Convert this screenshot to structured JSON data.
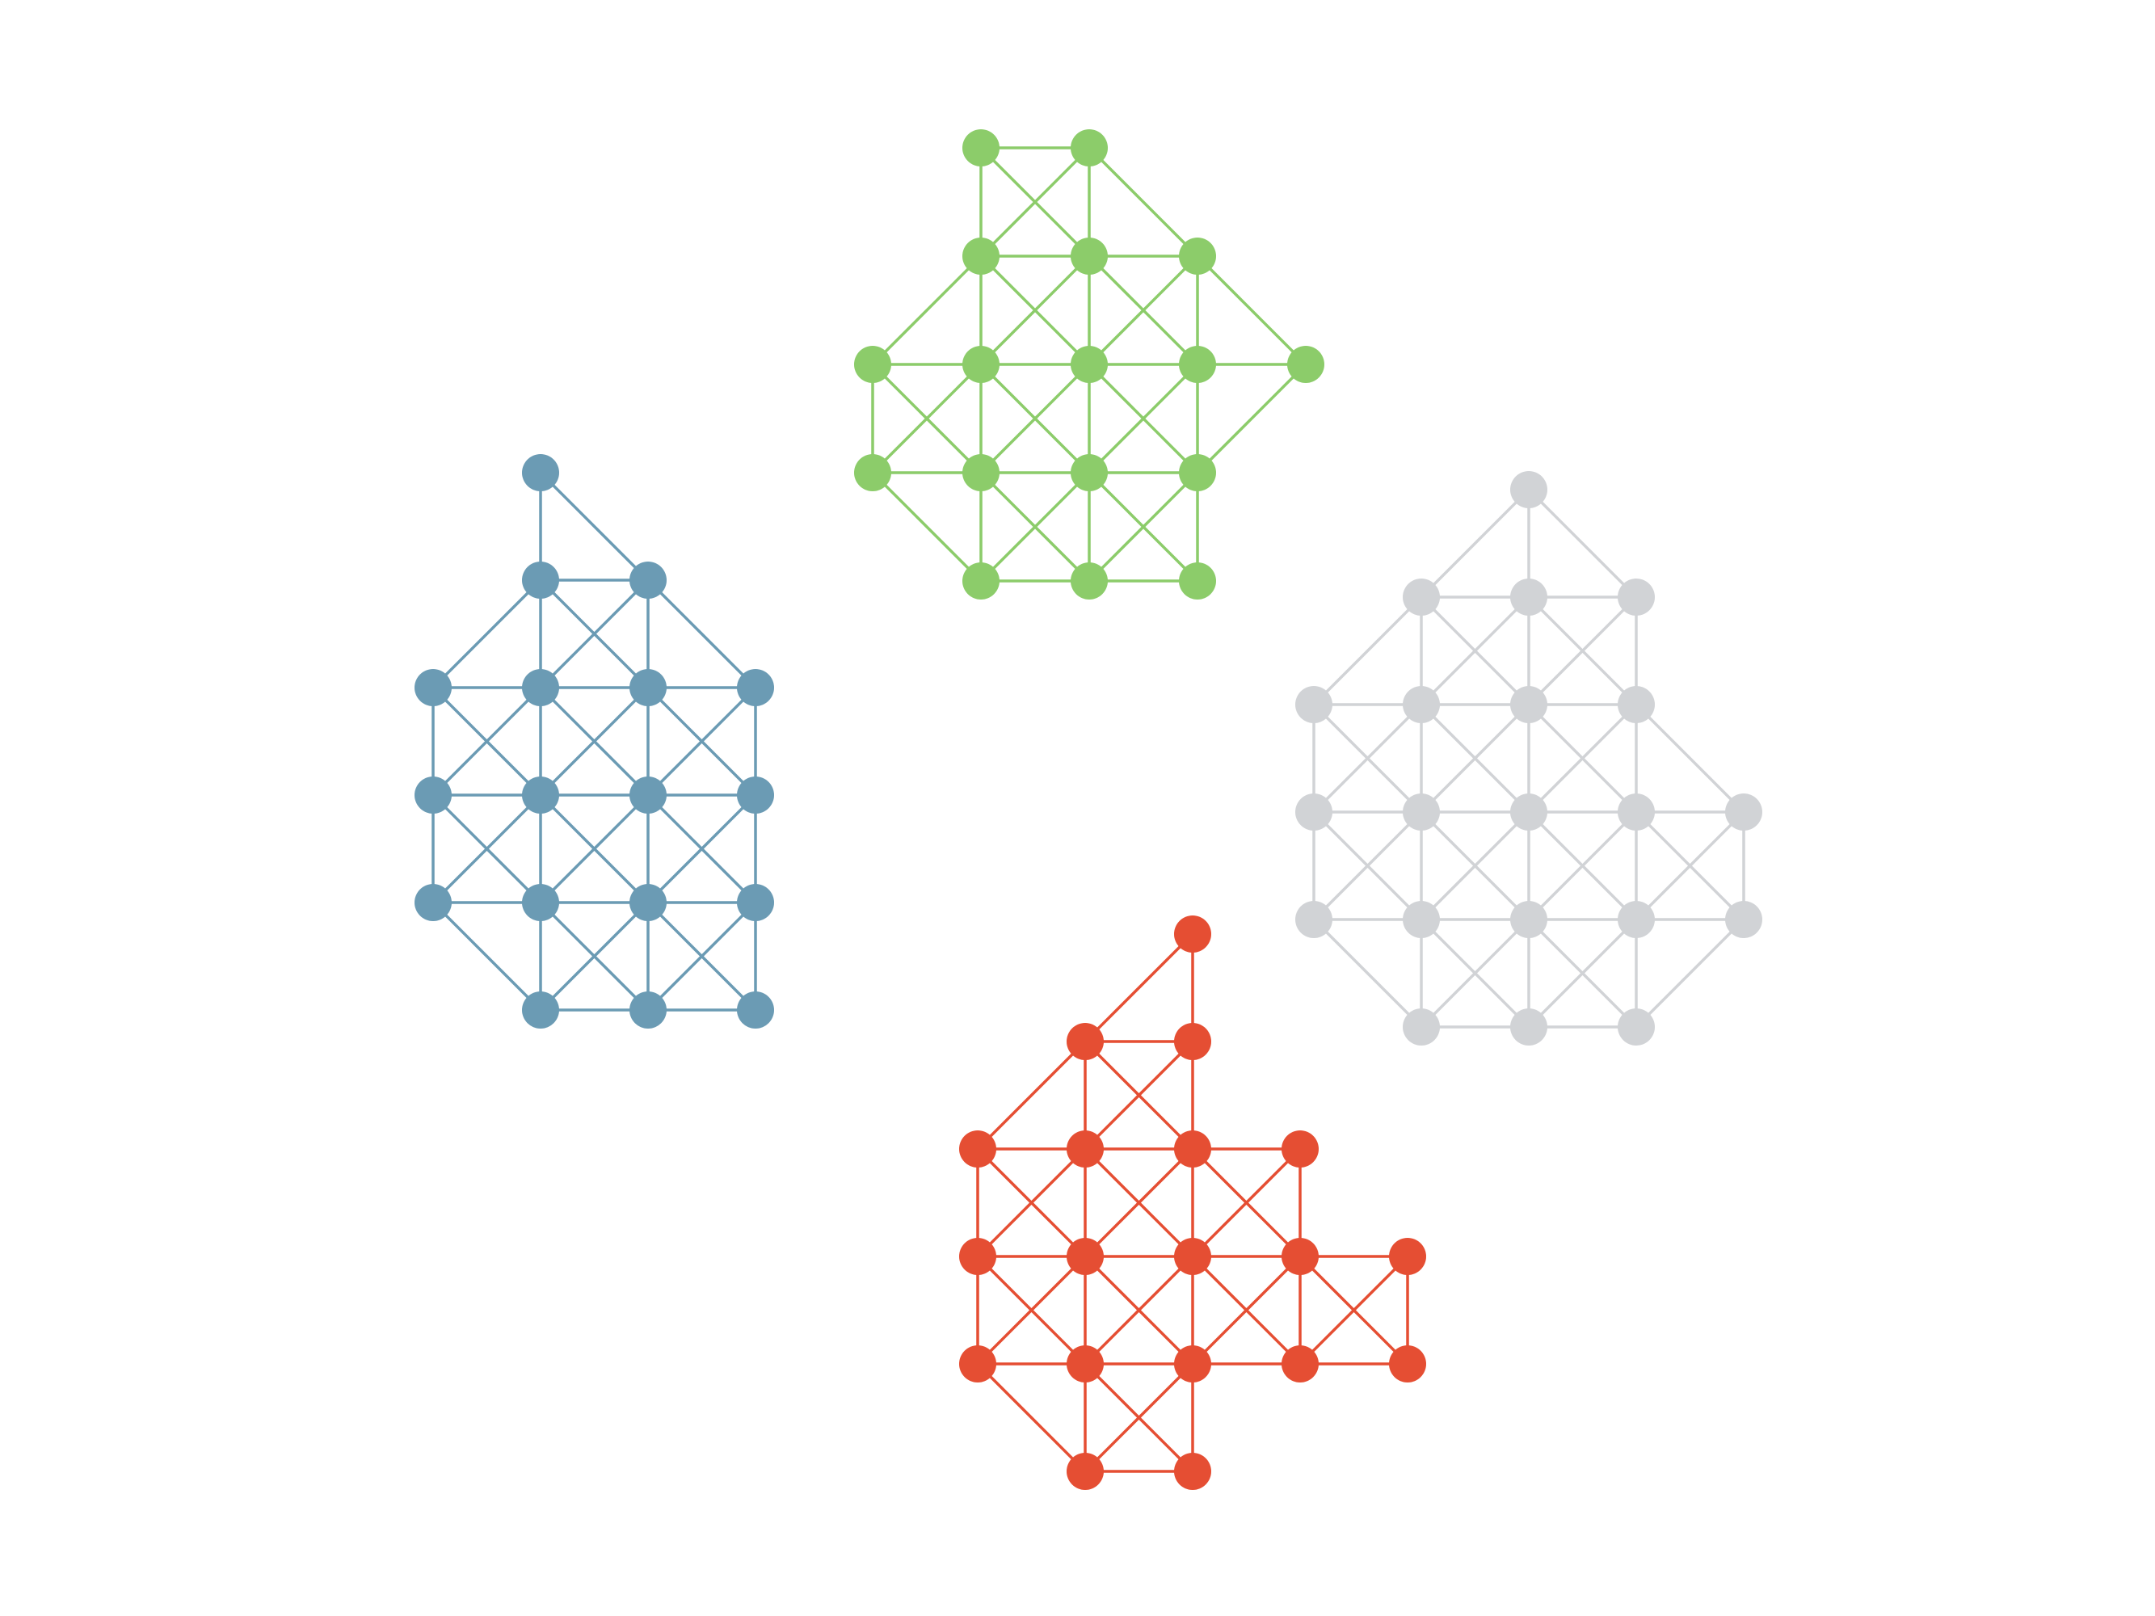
{
  "colors": {
    "background": "#ffffff",
    "green": "#8ccc6a",
    "blue": "#6b9bb4",
    "gray": "#d1d3d6",
    "red": "#e54e33"
  },
  "graphs": [
    {
      "name": "green-graph",
      "color_key": "green",
      "nodes": [
        [
          "a",
          0,
          0
        ],
        [
          "b",
          1,
          0
        ],
        [
          "c",
          0,
          1
        ],
        [
          "d",
          1,
          1
        ],
        [
          "e",
          2,
          1
        ],
        [
          "f",
          -1,
          2
        ],
        [
          "g",
          0,
          2
        ],
        [
          "h",
          1,
          2
        ],
        [
          "i",
          2,
          2
        ],
        [
          "j",
          3,
          2
        ],
        [
          "k",
          -1,
          3
        ],
        [
          "l",
          0,
          3
        ],
        [
          "m",
          1,
          3
        ],
        [
          "n",
          2,
          3
        ],
        [
          "o",
          0,
          4
        ],
        [
          "p",
          1,
          4
        ],
        [
          "q",
          2,
          4
        ]
      ],
      "edges": [
        [
          "a",
          "b"
        ],
        [
          "a",
          "c"
        ],
        [
          "a",
          "d"
        ],
        [
          "b",
          "c"
        ],
        [
          "b",
          "d"
        ],
        [
          "b",
          "e"
        ],
        [
          "c",
          "d"
        ],
        [
          "d",
          "e"
        ],
        [
          "c",
          "f"
        ],
        [
          "c",
          "g"
        ],
        [
          "c",
          "h"
        ],
        [
          "d",
          "g"
        ],
        [
          "d",
          "h"
        ],
        [
          "d",
          "i"
        ],
        [
          "e",
          "h"
        ],
        [
          "e",
          "i"
        ],
        [
          "e",
          "j"
        ],
        [
          "f",
          "g"
        ],
        [
          "g",
          "h"
        ],
        [
          "h",
          "i"
        ],
        [
          "i",
          "j"
        ],
        [
          "f",
          "k"
        ],
        [
          "f",
          "l"
        ],
        [
          "g",
          "k"
        ],
        [
          "g",
          "l"
        ],
        [
          "g",
          "m"
        ],
        [
          "h",
          "l"
        ],
        [
          "h",
          "m"
        ],
        [
          "h",
          "n"
        ],
        [
          "i",
          "m"
        ],
        [
          "i",
          "n"
        ],
        [
          "j",
          "n"
        ],
        [
          "k",
          "l"
        ],
        [
          "l",
          "m"
        ],
        [
          "m",
          "n"
        ],
        [
          "k",
          "o"
        ],
        [
          "l",
          "o"
        ],
        [
          "l",
          "p"
        ],
        [
          "m",
          "o"
        ],
        [
          "m",
          "p"
        ],
        [
          "m",
          "q"
        ],
        [
          "n",
          "p"
        ],
        [
          "n",
          "q"
        ],
        [
          "o",
          "p"
        ],
        [
          "p",
          "q"
        ]
      ]
    },
    {
      "name": "blue-graph",
      "color_key": "blue",
      "nodes": [
        [
          "a",
          0,
          0
        ],
        [
          "b",
          0,
          1
        ],
        [
          "c",
          1,
          1
        ],
        [
          "d",
          -1,
          2
        ],
        [
          "e",
          0,
          2
        ],
        [
          "f",
          1,
          2
        ],
        [
          "g",
          2,
          2
        ],
        [
          "h",
          -1,
          3
        ],
        [
          "i",
          0,
          3
        ],
        [
          "j",
          1,
          3
        ],
        [
          "k",
          2,
          3
        ],
        [
          "l",
          -1,
          4
        ],
        [
          "m",
          0,
          4
        ],
        [
          "n",
          1,
          4
        ],
        [
          "o",
          2,
          4
        ],
        [
          "p",
          0,
          5
        ],
        [
          "q",
          1,
          5
        ],
        [
          "r",
          2,
          5
        ]
      ],
      "edges": [
        [
          "a",
          "b"
        ],
        [
          "a",
          "c"
        ],
        [
          "b",
          "c"
        ],
        [
          "b",
          "d"
        ],
        [
          "b",
          "e"
        ],
        [
          "b",
          "f"
        ],
        [
          "c",
          "e"
        ],
        [
          "c",
          "f"
        ],
        [
          "c",
          "g"
        ],
        [
          "d",
          "e"
        ],
        [
          "e",
          "f"
        ],
        [
          "f",
          "g"
        ],
        [
          "d",
          "h"
        ],
        [
          "d",
          "i"
        ],
        [
          "e",
          "h"
        ],
        [
          "e",
          "i"
        ],
        [
          "e",
          "j"
        ],
        [
          "f",
          "i"
        ],
        [
          "f",
          "j"
        ],
        [
          "f",
          "k"
        ],
        [
          "g",
          "j"
        ],
        [
          "g",
          "k"
        ],
        [
          "h",
          "i"
        ],
        [
          "i",
          "j"
        ],
        [
          "j",
          "k"
        ],
        [
          "h",
          "l"
        ],
        [
          "h",
          "m"
        ],
        [
          "i",
          "l"
        ],
        [
          "i",
          "m"
        ],
        [
          "i",
          "n"
        ],
        [
          "j",
          "m"
        ],
        [
          "j",
          "n"
        ],
        [
          "j",
          "o"
        ],
        [
          "k",
          "n"
        ],
        [
          "k",
          "o"
        ],
        [
          "l",
          "m"
        ],
        [
          "m",
          "n"
        ],
        [
          "n",
          "o"
        ],
        [
          "l",
          "p"
        ],
        [
          "m",
          "p"
        ],
        [
          "m",
          "q"
        ],
        [
          "n",
          "p"
        ],
        [
          "n",
          "q"
        ],
        [
          "n",
          "r"
        ],
        [
          "o",
          "q"
        ],
        [
          "o",
          "r"
        ],
        [
          "p",
          "q"
        ],
        [
          "q",
          "r"
        ]
      ]
    },
    {
      "name": "gray-graph",
      "color_key": "gray",
      "nodes": [
        [
          "a",
          1,
          0
        ],
        [
          "b",
          0,
          1
        ],
        [
          "c",
          1,
          1
        ],
        [
          "d",
          2,
          1
        ],
        [
          "e",
          -1,
          2
        ],
        [
          "f",
          0,
          2
        ],
        [
          "g",
          1,
          2
        ],
        [
          "h",
          2,
          2
        ],
        [
          "i",
          -1,
          3
        ],
        [
          "j",
          0,
          3
        ],
        [
          "k",
          1,
          3
        ],
        [
          "l",
          2,
          3
        ],
        [
          "m",
          3,
          3
        ],
        [
          "n",
          -1,
          4
        ],
        [
          "o",
          0,
          4
        ],
        [
          "p",
          1,
          4
        ],
        [
          "q",
          2,
          4
        ],
        [
          "r",
          3,
          4
        ],
        [
          "s",
          0,
          5
        ],
        [
          "t",
          1,
          5
        ],
        [
          "u",
          2,
          5
        ]
      ],
      "edges": [
        [
          "a",
          "b"
        ],
        [
          "a",
          "c"
        ],
        [
          "a",
          "d"
        ],
        [
          "b",
          "c"
        ],
        [
          "c",
          "d"
        ],
        [
          "b",
          "e"
        ],
        [
          "b",
          "f"
        ],
        [
          "b",
          "g"
        ],
        [
          "c",
          "f"
        ],
        [
          "c",
          "g"
        ],
        [
          "c",
          "h"
        ],
        [
          "d",
          "g"
        ],
        [
          "d",
          "h"
        ],
        [
          "e",
          "f"
        ],
        [
          "f",
          "g"
        ],
        [
          "g",
          "h"
        ],
        [
          "e",
          "i"
        ],
        [
          "e",
          "j"
        ],
        [
          "f",
          "i"
        ],
        [
          "f",
          "j"
        ],
        [
          "f",
          "k"
        ],
        [
          "g",
          "j"
        ],
        [
          "g",
          "k"
        ],
        [
          "g",
          "l"
        ],
        [
          "h",
          "k"
        ],
        [
          "h",
          "l"
        ],
        [
          "h",
          "m"
        ],
        [
          "i",
          "j"
        ],
        [
          "j",
          "k"
        ],
        [
          "k",
          "l"
        ],
        [
          "l",
          "m"
        ],
        [
          "i",
          "n"
        ],
        [
          "i",
          "o"
        ],
        [
          "j",
          "n"
        ],
        [
          "j",
          "o"
        ],
        [
          "j",
          "p"
        ],
        [
          "k",
          "o"
        ],
        [
          "k",
          "p"
        ],
        [
          "k",
          "q"
        ],
        [
          "l",
          "p"
        ],
        [
          "l",
          "q"
        ],
        [
          "l",
          "r"
        ],
        [
          "m",
          "q"
        ],
        [
          "m",
          "r"
        ],
        [
          "n",
          "o"
        ],
        [
          "o",
          "p"
        ],
        [
          "p",
          "q"
        ],
        [
          "q",
          "r"
        ],
        [
          "n",
          "s"
        ],
        [
          "o",
          "s"
        ],
        [
          "o",
          "t"
        ],
        [
          "p",
          "s"
        ],
        [
          "p",
          "t"
        ],
        [
          "p",
          "u"
        ],
        [
          "q",
          "t"
        ],
        [
          "q",
          "u"
        ],
        [
          "r",
          "u"
        ],
        [
          "s",
          "t"
        ],
        [
          "t",
          "u"
        ]
      ]
    },
    {
      "name": "red-graph",
      "color_key": "red",
      "nodes": [
        [
          "a",
          2,
          0
        ],
        [
          "b",
          1,
          1
        ],
        [
          "c",
          2,
          1
        ],
        [
          "d",
          0,
          2
        ],
        [
          "e",
          1,
          2
        ],
        [
          "f",
          2,
          2
        ],
        [
          "g",
          3,
          2
        ],
        [
          "h",
          0,
          3
        ],
        [
          "i",
          1,
          3
        ],
        [
          "j",
          2,
          3
        ],
        [
          "k",
          3,
          3
        ],
        [
          "l",
          4,
          3
        ],
        [
          "m",
          0,
          4
        ],
        [
          "n",
          1,
          4
        ],
        [
          "o",
          2,
          4
        ],
        [
          "p",
          3,
          4
        ],
        [
          "q",
          4,
          4
        ],
        [
          "r",
          1,
          5
        ],
        [
          "s",
          2,
          5
        ]
      ],
      "edges": [
        [
          "a",
          "b"
        ],
        [
          "a",
          "c"
        ],
        [
          "b",
          "c"
        ],
        [
          "b",
          "d"
        ],
        [
          "b",
          "e"
        ],
        [
          "b",
          "f"
        ],
        [
          "c",
          "e"
        ],
        [
          "c",
          "f"
        ],
        [
          "d",
          "e"
        ],
        [
          "e",
          "f"
        ],
        [
          "f",
          "g"
        ],
        [
          "d",
          "h"
        ],
        [
          "d",
          "i"
        ],
        [
          "e",
          "h"
        ],
        [
          "e",
          "i"
        ],
        [
          "e",
          "j"
        ],
        [
          "f",
          "i"
        ],
        [
          "f",
          "j"
        ],
        [
          "f",
          "k"
        ],
        [
          "g",
          "j"
        ],
        [
          "g",
          "k"
        ],
        [
          "h",
          "i"
        ],
        [
          "i",
          "j"
        ],
        [
          "j",
          "k"
        ],
        [
          "k",
          "l"
        ],
        [
          "h",
          "m"
        ],
        [
          "h",
          "n"
        ],
        [
          "i",
          "m"
        ],
        [
          "i",
          "n"
        ],
        [
          "i",
          "o"
        ],
        [
          "j",
          "n"
        ],
        [
          "j",
          "o"
        ],
        [
          "j",
          "p"
        ],
        [
          "k",
          "o"
        ],
        [
          "k",
          "p"
        ],
        [
          "k",
          "q"
        ],
        [
          "l",
          "p"
        ],
        [
          "l",
          "q"
        ],
        [
          "m",
          "n"
        ],
        [
          "n",
          "o"
        ],
        [
          "o",
          "p"
        ],
        [
          "p",
          "q"
        ],
        [
          "m",
          "r"
        ],
        [
          "n",
          "r"
        ],
        [
          "n",
          "s"
        ],
        [
          "o",
          "r"
        ],
        [
          "o",
          "s"
        ],
        [
          "r",
          "s"
        ]
      ]
    }
  ]
}
